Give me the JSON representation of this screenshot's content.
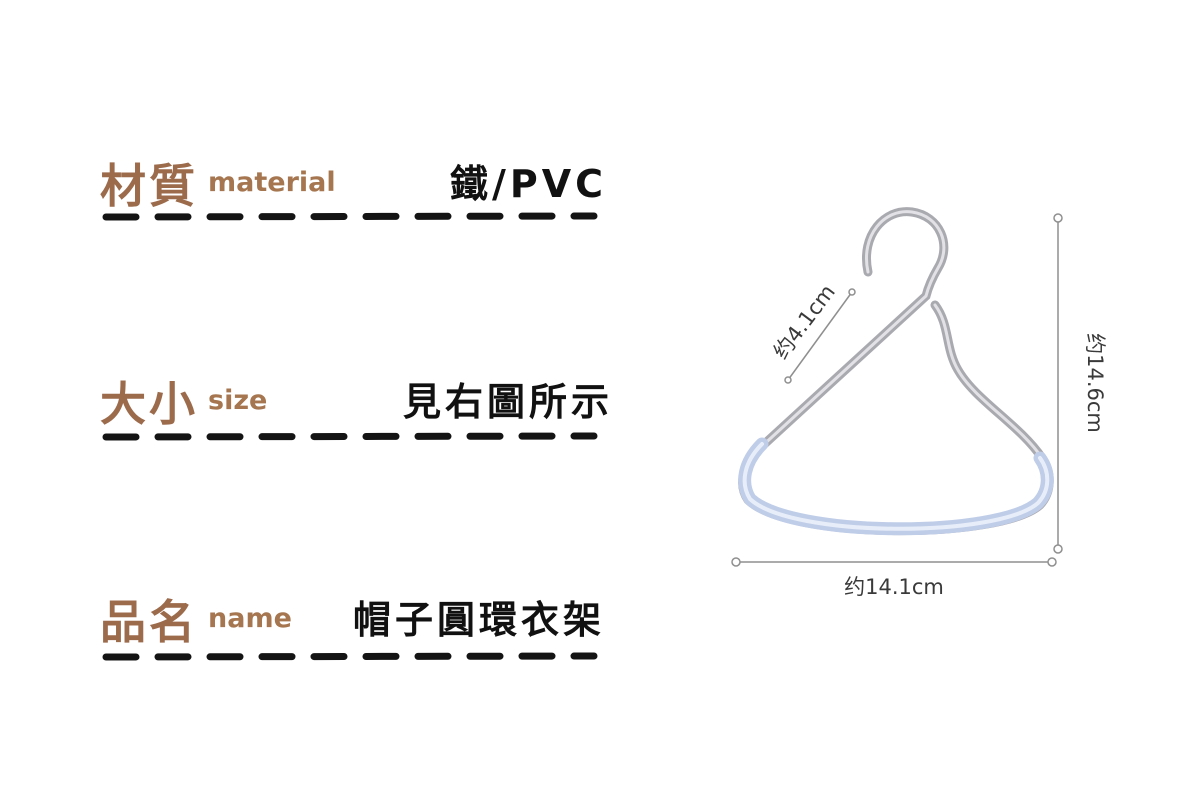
{
  "rows": [
    {
      "label": "材質",
      "eng": "material",
      "value": "鐵/PVC"
    },
    {
      "label": "大小",
      "eng": "size",
      "value": "見右圖所示"
    },
    {
      "label": "品名",
      "eng": "name",
      "value": "帽子圓環衣架"
    }
  ],
  "diagram": {
    "dim_hook": "约4.1cm",
    "dim_height": "约14.6cm",
    "dim_width": "约14.1cm"
  },
  "colors": {
    "label_brown": "#9c6b4c",
    "text_black": "#111111",
    "dash_black": "#141414",
    "metal_gray": "#a9a9b0",
    "metal_highlight": "#e2e2e6",
    "sleeve_blue": "#bfcde8",
    "sleeve_highlight": "#e8eef9",
    "dim_line_gray": "#8f8f8f"
  }
}
